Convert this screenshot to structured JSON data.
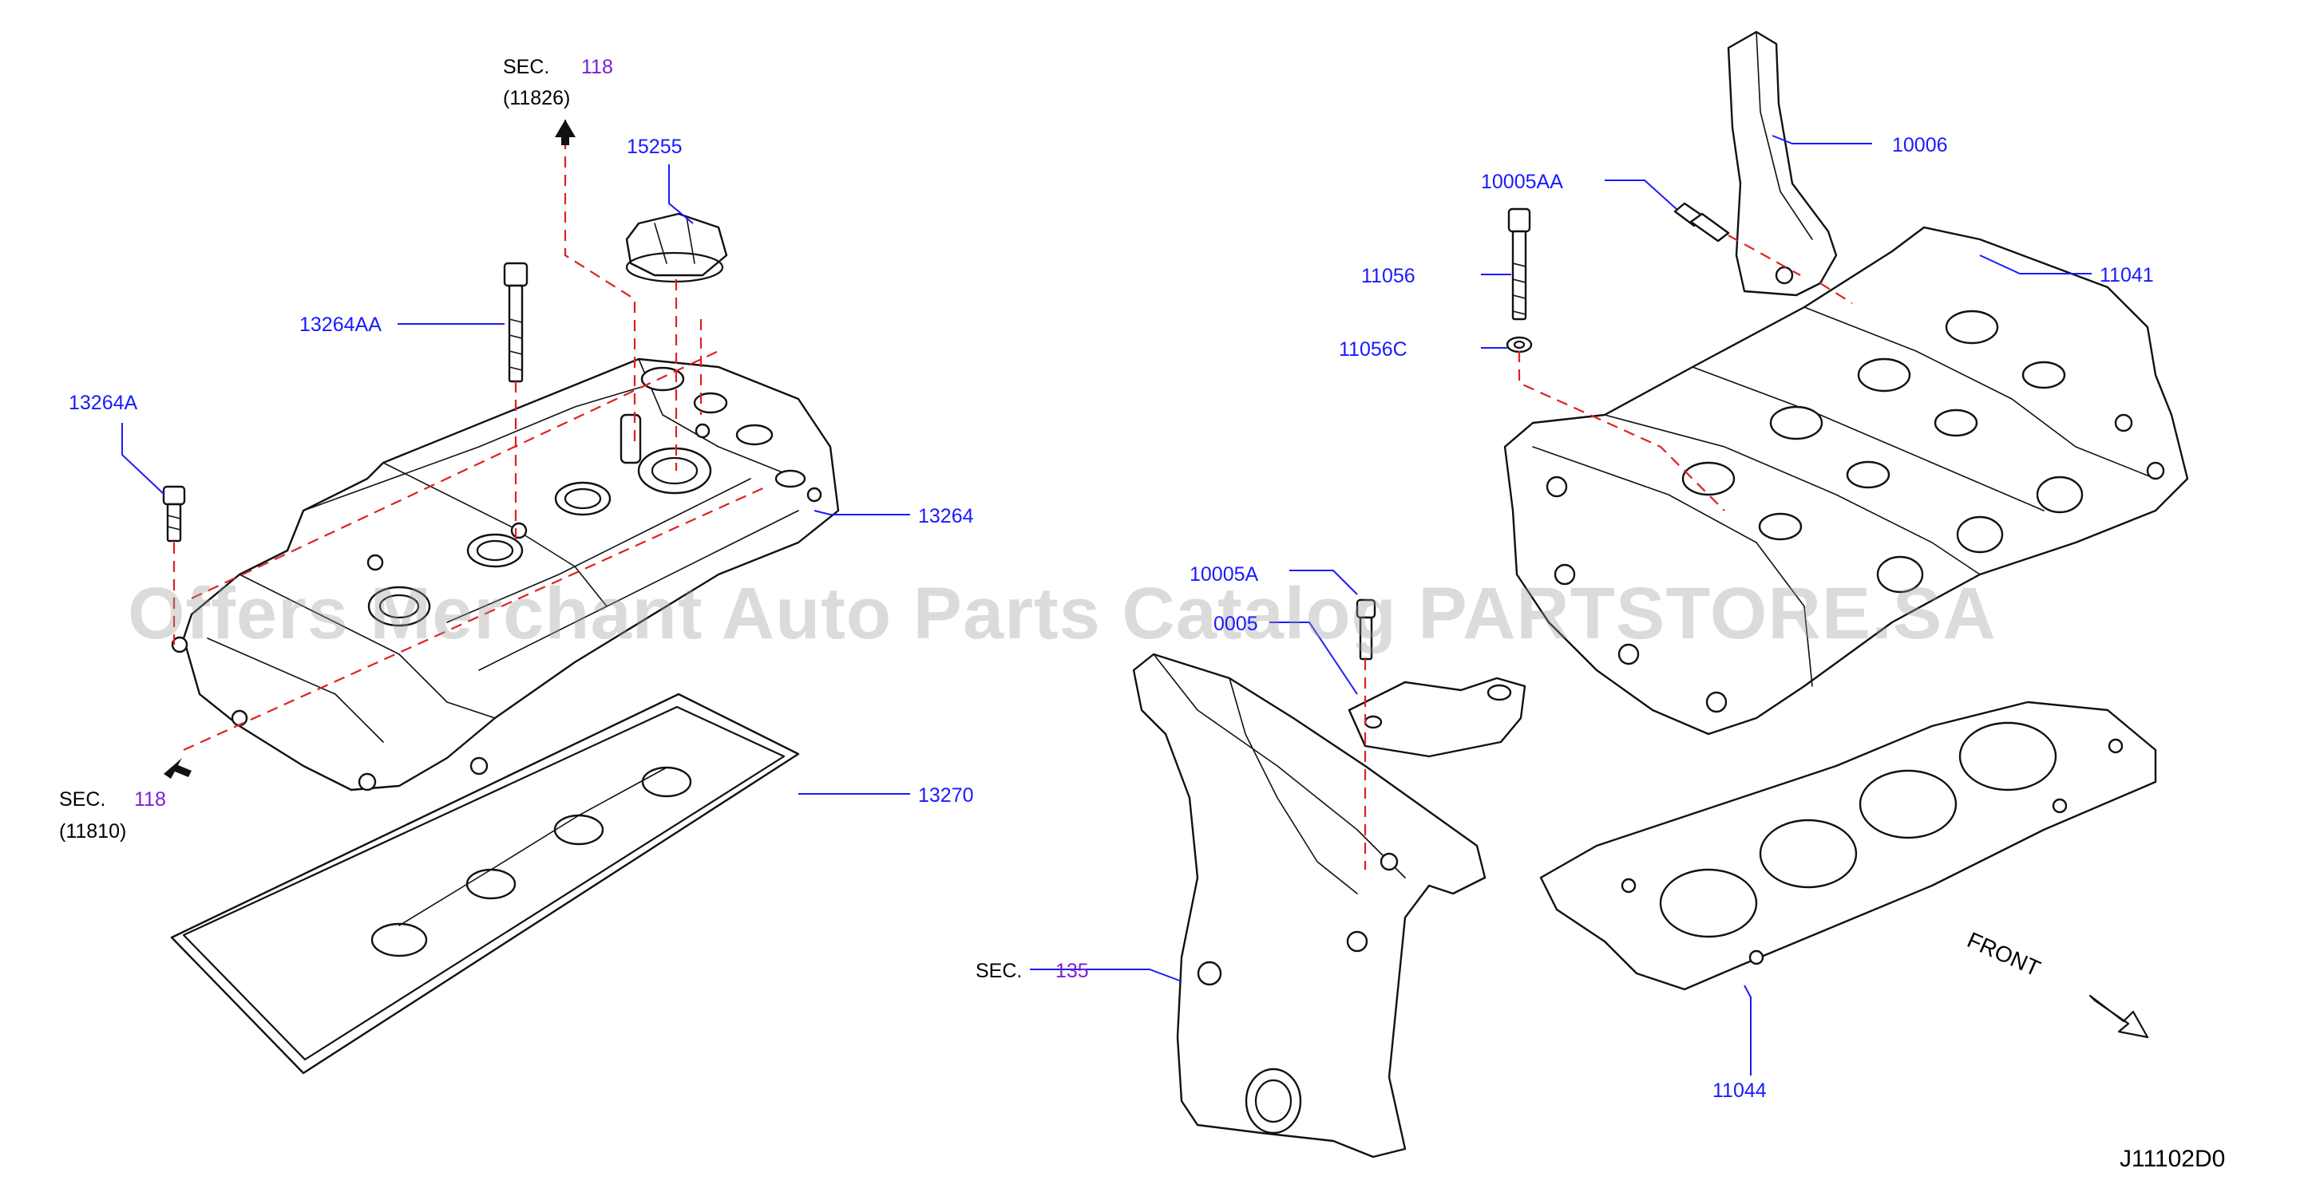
{
  "diagram": {
    "diagram_id": "J11102D0",
    "watermark": "Offers Merchant Auto Parts Catalog PARTSTORE.SA",
    "front_label": "FRONT",
    "parts": [
      {
        "id": "p15255",
        "number": "15255"
      },
      {
        "id": "p13264AA",
        "number": "13264AA"
      },
      {
        "id": "p13264A",
        "number": "13264A"
      },
      {
        "id": "p13264",
        "number": "13264"
      },
      {
        "id": "p13270",
        "number": "13270"
      },
      {
        "id": "p10006",
        "number": "10006"
      },
      {
        "id": "p10005AA",
        "number": "10005AA"
      },
      {
        "id": "p11041",
        "number": "11041"
      },
      {
        "id": "p11056",
        "number": "11056"
      },
      {
        "id": "p11056C",
        "number": "11056C"
      },
      {
        "id": "p10005A",
        "number": "10005A"
      },
      {
        "id": "p0005",
        "number": "0005"
      },
      {
        "id": "p11044",
        "number": "11044"
      }
    ],
    "section_refs": [
      {
        "id": "sec1",
        "prefix": "SEC.",
        "number": "118",
        "sub": "(11826)"
      },
      {
        "id": "sec2",
        "prefix": "SEC.",
        "number": "118",
        "sub": "(11810)"
      },
      {
        "id": "sec3",
        "prefix": "SEC.",
        "number": "135",
        "sub": ""
      }
    ]
  }
}
